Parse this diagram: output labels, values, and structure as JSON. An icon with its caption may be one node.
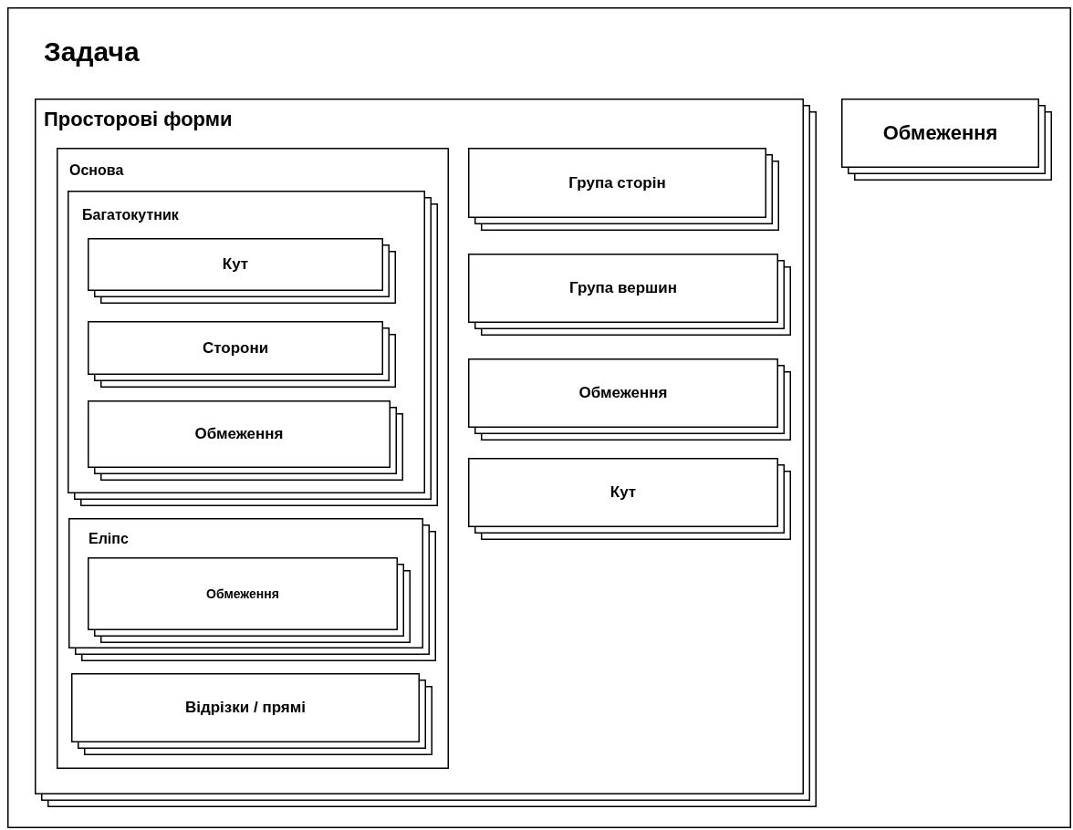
{
  "diagram": {
    "nodes": [
      {
        "text": [
          "Задача"
        ]
      },
      {
        "text": [
          "Просторові форми"
        ],
        "in": 0
      },
      {
        "text": [
          "Основа"
        ],
        "in": 1
      },
      {
        "text": [
          "Багатокутник"
        ],
        "in": 2
      },
      {
        "text": [
          "Кут"
        ],
        "in": 3
      },
      {
        "text": [
          "Сторони"
        ],
        "in": 3
      },
      {
        "text": [
          "Обмеження"
        ],
        "in": 3
      },
      {
        "text": [
          "Еліпс"
        ],
        "in": 2
      },
      {
        "text": [
          "Обмеження"
        ],
        "in": 7
      },
      {
        "text": [
          "Відрізки / прямі"
        ],
        "in": 2
      },
      {
        "text": [
          "Група сторін"
        ],
        "in": 1
      },
      {
        "text": [
          "Група вершин"
        ],
        "in": 1
      },
      {
        "text": [
          "Обмеження"
        ],
        "in": 1
      },
      {
        "text": [
          "Кут"
        ],
        "in": 1
      },
      {
        "text": [
          "Обмеження"
        ],
        "in": 0
      }
    ]
  }
}
